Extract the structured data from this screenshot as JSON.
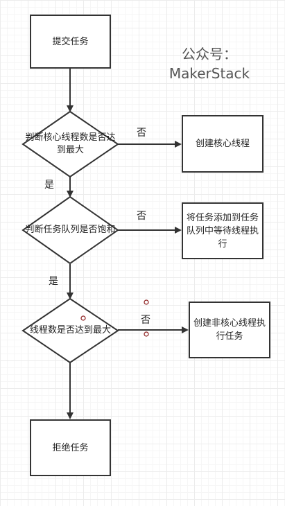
{
  "watermark": {
    "line1": "公众号：",
    "line2": "MakerStack"
  },
  "nodes": {
    "submit": "提交任务",
    "decision_core": "判断核心线程数是否达到最大",
    "create_core": "创建核心线程",
    "decision_queue": "判断任务队列是否饱和",
    "add_queue": "将任务添加到任务队列中等待线程执行",
    "decision_max": "线程数是否达到最大",
    "create_noncore": "创建非核心线程执行任务",
    "reject": "拒绝任务"
  },
  "edge_labels": {
    "core_no": "否",
    "core_yes": "是",
    "queue_no": "否",
    "queue_yes": "是",
    "max_no": "否"
  },
  "colors": {
    "stroke": "#333333",
    "grid": "#ececec",
    "marker": "#8b1a1a"
  }
}
